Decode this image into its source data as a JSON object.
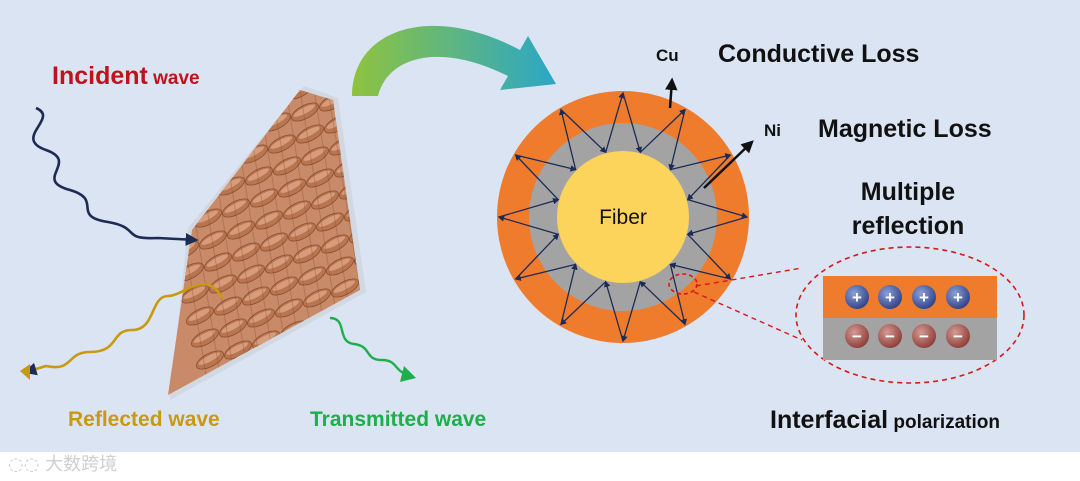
{
  "labels": {
    "incident_main": "Incident",
    "incident_sub": " wave",
    "reflected": "Reflected wave",
    "transmitted": "Transmitted wave",
    "cu": "Cu",
    "conductive_loss": "Conductive Loss",
    "ni": "Ni",
    "magnetic_loss": "Magnetic Loss",
    "multiple_line1": "Multiple",
    "multiple_line2": "reflection",
    "fiber": "Fiber",
    "interfacial_main": "Interfacial",
    "interfacial_sub": " polarization"
  },
  "charges": {
    "positive": "+",
    "negative": "−"
  },
  "watermark": {
    "text": "大数跨境"
  },
  "colors": {
    "background": "#dae4f2",
    "fabric": "#c88a68",
    "copper_shell": "#ef7b2c",
    "nickel_shell": "#a3a3a3",
    "fiber_core": "#fcd35b",
    "incident": "#c0121d",
    "reflected": "#c99a10",
    "transmitted": "#1fae4b",
    "navy": "#1d2b55",
    "dashed": "#d61a1a"
  }
}
